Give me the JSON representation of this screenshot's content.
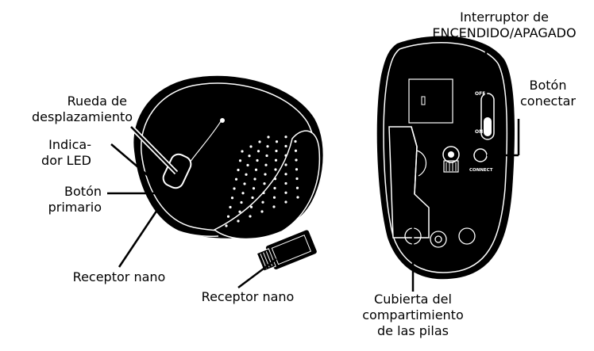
{
  "labels": {
    "scroll_wheel": [
      "Rueda de",
      "desplazamiento"
    ],
    "led_indicator": [
      "Indica-",
      "dor LED"
    ],
    "primary_button": [
      "Botón",
      "primario"
    ],
    "nano_receiver_slot": "Receptor nano",
    "nano_receiver": "Receptor nano",
    "power_switch": [
      "Interruptor de",
      "ENCENDIDO/APAGADO"
    ],
    "connect_button": [
      "Botón",
      "conectar"
    ],
    "battery_cover": [
      "Cubierta del",
      "compartimiento",
      "de las pilas"
    ]
  },
  "device_markings": {
    "off": "OFF",
    "on": "ON",
    "connect": "CONNECT"
  }
}
